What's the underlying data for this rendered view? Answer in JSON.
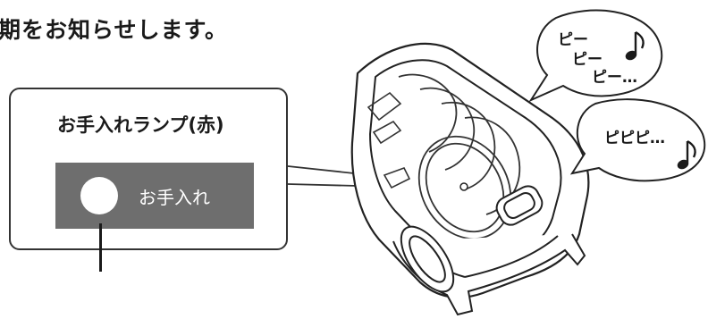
{
  "heading": "期をお知らせします。",
  "callout": {
    "lamp_label": "お手入れランプ(赤)",
    "lamp_text": "お手入れ"
  },
  "bubbles": {
    "first": {
      "line1": "ピー",
      "line2": "ピー",
      "line3": "ピー…"
    },
    "second": {
      "text": "ピピピ…"
    }
  },
  "icons": {
    "note1": "music-note-icon",
    "note2": "music-note-icon"
  }
}
